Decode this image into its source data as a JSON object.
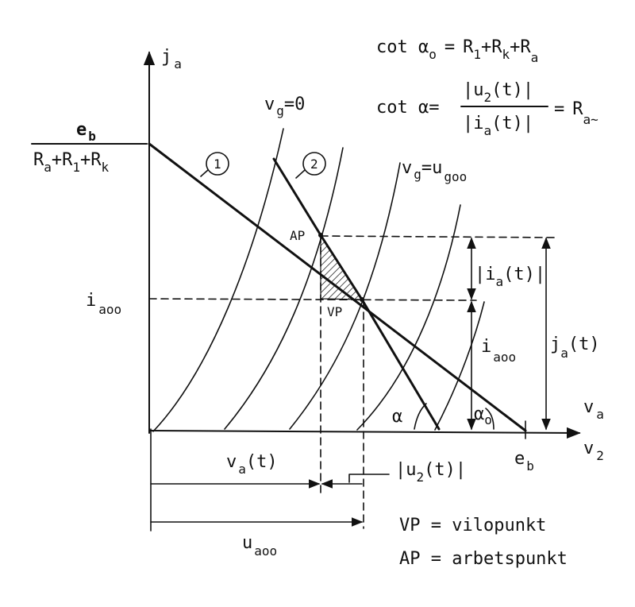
{
  "labels": {
    "y_axis": {
      "main": "j",
      "sub": "a"
    },
    "x_axis_upper": {
      "main": "v",
      "sub": "a"
    },
    "x_axis_lower": {
      "main": "v",
      "sub": "2"
    },
    "vg0": {
      "main": "v",
      "sub": "g",
      "tail": "=0"
    },
    "vgu": {
      "main": "v",
      "sub": "g",
      "tail": "=u",
      "sub2": "goo"
    },
    "frac_num": {
      "main": "e",
      "sub": "b"
    },
    "frac_den": {
      "p1": "R",
      "s1": "a",
      "p2": "+R",
      "s2": "1",
      "p3": "+R",
      "s3": "k"
    },
    "iaoo_left": {
      "main": "i",
      "sub": "aoo"
    },
    "circle1": "1",
    "circle2": "2",
    "ap": "AP",
    "vp": "VP",
    "ia_t": {
      "pre": "|i",
      "sub": "a",
      "post": "(t)|"
    },
    "iaoo_right": {
      "main": "i",
      "sub": "aoo"
    },
    "ja_t": {
      "main": "j",
      "sub": "a",
      "post": "(t)"
    },
    "alpha": "α",
    "alpha0": {
      "main": "α",
      "sub": "o"
    },
    "eb": {
      "main": "e",
      "sub": "b"
    },
    "va_t": {
      "main": "v",
      "sub": "a",
      "post": "(t)"
    },
    "u2_t": {
      "pre": "|u",
      "sub": "2",
      "post": "(t)|"
    },
    "uaoo": {
      "main": "u",
      "sub": "aoo"
    },
    "eq1": {
      "lhs": "cot α",
      "lhs_sub": "o",
      "eq": "=",
      "t1": "R",
      "s1": "1",
      "t2": "+R",
      "s2": "k",
      "t3": "+R",
      "s3": "a"
    },
    "eq2": {
      "lhs": "cot α=",
      "num_pre": "|u",
      "num_sub": "2",
      "num_post": "(t)|",
      "den_pre": "|i",
      "den_sub": "a",
      "den_post": "(t)|",
      "eq": "=",
      "rhs": "R",
      "rhs_sub": "a~"
    },
    "legend_vp": "VP = vilopunkt",
    "legend_ap": "AP = arbetspunkt"
  }
}
